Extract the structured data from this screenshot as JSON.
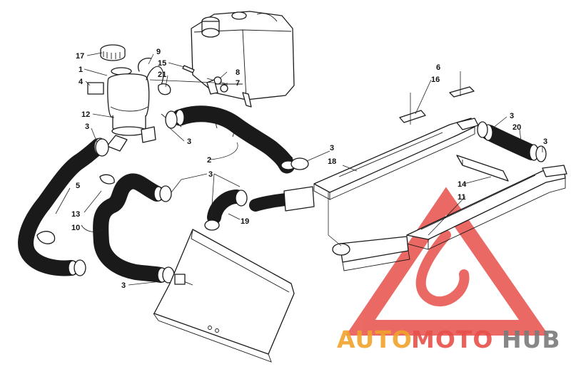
{
  "colors": {
    "line": "#1a1a1a",
    "watermark_red": "#e8504a",
    "watermark_orange": "#f1a22b",
    "watermark_gray": "#7b7b7b"
  },
  "watermark": {
    "part1": "AUTO",
    "part2": "MOTO",
    "part3": "HUB"
  },
  "callouts": [
    {
      "id": "c17",
      "label": "17"
    },
    {
      "id": "c1",
      "label": "1"
    },
    {
      "id": "c4",
      "label": "4"
    },
    {
      "id": "c12",
      "label": "12"
    },
    {
      "id": "c9",
      "label": "9"
    },
    {
      "id": "c15",
      "label": "15"
    },
    {
      "id": "c21",
      "label": "21"
    },
    {
      "id": "c8",
      "label": "8"
    },
    {
      "id": "c7",
      "label": "7"
    },
    {
      "id": "c3a",
      "label": "3"
    },
    {
      "id": "c3b",
      "label": "3"
    },
    {
      "id": "c2",
      "label": "2"
    },
    {
      "id": "c3c",
      "label": "3"
    },
    {
      "id": "c18",
      "label": "18"
    },
    {
      "id": "c6",
      "label": "6"
    },
    {
      "id": "c16",
      "label": "16"
    },
    {
      "id": "c3d",
      "label": "3"
    },
    {
      "id": "c20",
      "label": "20"
    },
    {
      "id": "c3e",
      "label": "3"
    },
    {
      "id": "c5",
      "label": "5"
    },
    {
      "id": "c13",
      "label": "13"
    },
    {
      "id": "c10",
      "label": "10"
    },
    {
      "id": "c3f",
      "label": "3"
    },
    {
      "id": "c19",
      "label": "19"
    },
    {
      "id": "c14",
      "label": "14"
    },
    {
      "id": "c11",
      "label": "11"
    },
    {
      "id": "c3g",
      "label": "3"
    }
  ]
}
